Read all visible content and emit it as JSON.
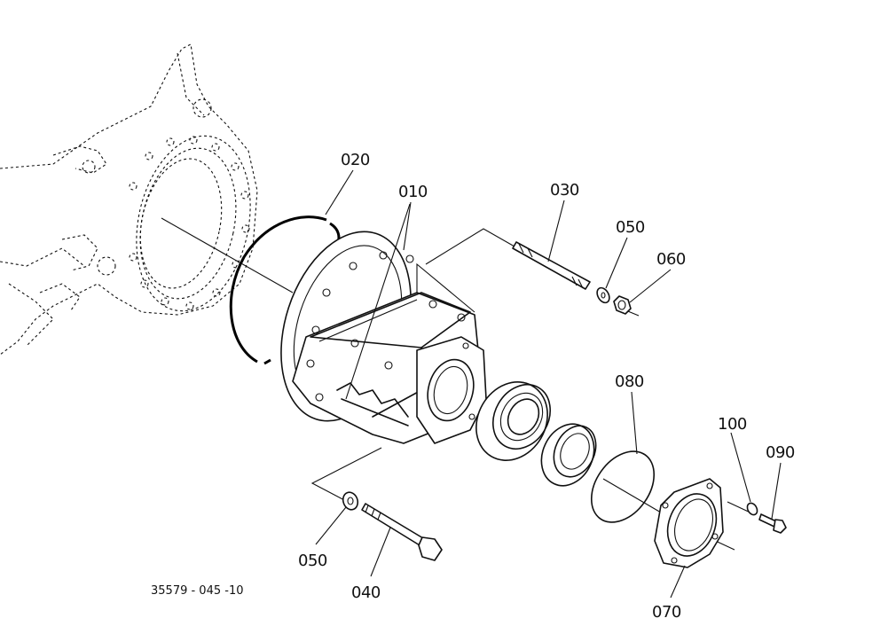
{
  "drawing_code": "35579 - 045 -10",
  "parts": [
    {
      "id": "p010",
      "label": "010"
    },
    {
      "id": "p020",
      "label": "020"
    },
    {
      "id": "p030",
      "label": "030"
    },
    {
      "id": "p040",
      "label": "040"
    },
    {
      "id": "p050a",
      "label": "050"
    },
    {
      "id": "p050b",
      "label": "050"
    },
    {
      "id": "p060",
      "label": "060"
    },
    {
      "id": "p070",
      "label": "070"
    },
    {
      "id": "p080",
      "label": "080"
    },
    {
      "id": "p090",
      "label": "090"
    },
    {
      "id": "p100",
      "label": "100"
    }
  ]
}
